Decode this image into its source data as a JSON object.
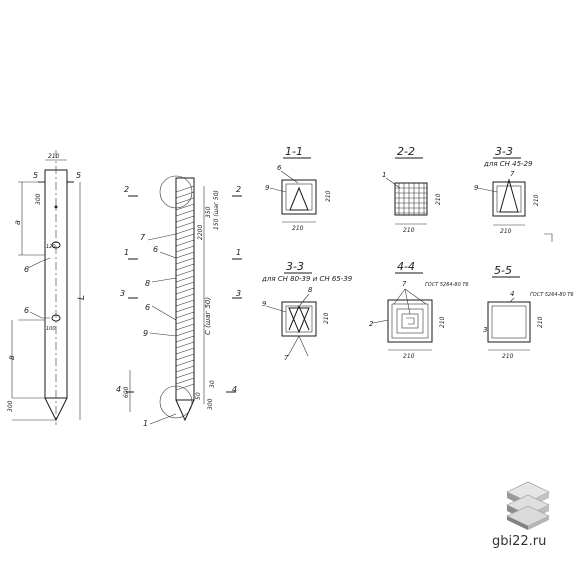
{
  "pile_left": {
    "top_width": "210",
    "section_mark": "5",
    "dim_a": "а",
    "dim_L": "L",
    "dim_b": "в",
    "dim_300_top": "300",
    "dim_300_bottom": "300",
    "dim_120": "120",
    "dim_100": "100",
    "callout_6": "6"
  },
  "pile_mid": {
    "mark_2": "2",
    "mark_1": "1",
    "mark_3": "3",
    "mark_4": "4",
    "callout_7": "7",
    "callout_6": "6",
    "callout_8": "8",
    "callout_9": "9",
    "callout_1": "1",
    "dim_C": "С (шаг 50)",
    "dim_2200": "2200",
    "dim_350": "350",
    "dim_600": "600",
    "dim_30": "30",
    "dim_300": "300",
    "dim_50": "50",
    "dim_150": "150 (шаг 50)"
  },
  "sections": {
    "s11": {
      "title": "1-1",
      "w": "210",
      "h": "210",
      "c6": "6",
      "c9": "9"
    },
    "s22": {
      "title": "2-2",
      "w": "210",
      "h": "210",
      "c1": "1"
    },
    "s33a": {
      "title": "3-3",
      "sub": "для СН 45-29",
      "w": "210",
      "h": "210",
      "c7": "7",
      "c9": "9"
    },
    "s33b": {
      "title": "3-3",
      "sub": "для СН 80-39 и СН 65-39",
      "w": "210",
      "h": "210",
      "c8": "8",
      "c9": "9",
      "c7": "7"
    },
    "s44": {
      "title": "4-4",
      "note": "ГОСТ 5264-80 Т6",
      "w": "210",
      "h": "210",
      "c7": "7",
      "c2": "2"
    },
    "s55": {
      "title": "5-5",
      "note": "ГОСТ 5264-80 Т6",
      "w": "210",
      "h": "210",
      "c4": "4",
      "c3": "3"
    }
  },
  "footer": {
    "site": "gbi22.ru",
    "logo_icon": "stacked-slabs-icon"
  }
}
